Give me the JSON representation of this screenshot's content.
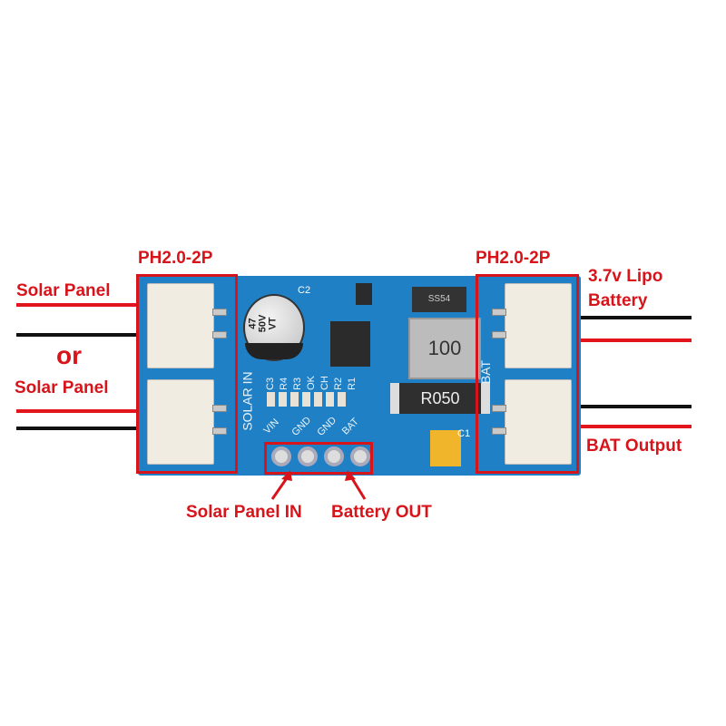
{
  "labels": {
    "left_connector": "PH2.0-2P",
    "right_connector": "PH2.0-2P",
    "solar_panel_1": "Solar Panel",
    "or": "or",
    "solar_panel_2": "Solar Panel",
    "lipo_line1": "3.7v Lipo",
    "lipo_line2": "Battery",
    "bat_output": "BAT Output",
    "solar_panel_in": "Solar Panel IN",
    "battery_out": "Battery OUT"
  },
  "board": {
    "cap_value": "47",
    "cap_voltage": "50V",
    "cap_series": "VT",
    "c2": "C2",
    "c1": "C1",
    "solar_in": "SOLAR IN",
    "bat": "BAT",
    "components": [
      "C3",
      "R4",
      "R3",
      "OK",
      "CH",
      "R2",
      "R1"
    ],
    "pins": [
      "VIN",
      "GND",
      "GND",
      "BAT"
    ],
    "inductor": "100",
    "shunt": "R050",
    "diode": "SS54"
  },
  "colors": {
    "annotation": "#d8141b",
    "pcb": "#1f80c6"
  }
}
